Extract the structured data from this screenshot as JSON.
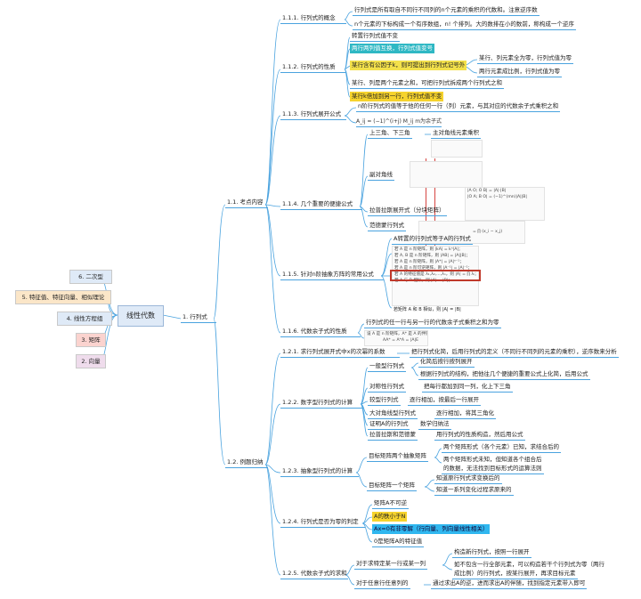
{
  "root": "线性代数",
  "left_branches": [
    {
      "label": "6. 二次型",
      "color": "#dfeaf7"
    },
    {
      "label": "5. 特征值、特征向量、相似理论",
      "color": "#fbe6c8"
    },
    {
      "label": "4. 线性方程组",
      "color": "#dfeaf7"
    },
    {
      "label": "3. 矩阵",
      "color": "#fbd3cf"
    },
    {
      "label": "2. 向量",
      "color": "#efdcec"
    }
  ],
  "chapter": "1. 行列式",
  "sec1": "1.1. 考点内容",
  "sec2": "1.2. 例题归纳",
  "n111": {
    "title": "1.1.1. 行列式的概念",
    "items": [
      "行列式是所有取自不同行不同列的n个元素的乘积的代数和。注意逆序数",
      "n个元素的下标构成一个有序数组，n! 个排列。大的数排在小的数前，称构成一个逆序"
    ]
  },
  "n112": {
    "title": "1.1.2. 行列式的性质",
    "items": [
      "转置行列式值不变",
      "两行两列值互换，行列式值变号",
      "某行含有公因子k，则可提出到行列式记号外",
      "某行、列是两个元素之和，可把行列式拆成两个行列式之和",
      "某行k倍加到另一行，行列式值不变"
    ],
    "sub": [
      "某行、列元素全为零，行列式值为零",
      "两行元素成比例，行列式值为零"
    ]
  },
  "n113": {
    "title": "1.1.3. 行列式展开公式",
    "items": [
      "n阶行列式的值等于他的任何一行（列）元素，与其对应的代数余子式乘积之和"
    ],
    "formula": "A_ij = (−1)^(i+j) M_ij  m为余子式"
  },
  "n114": {
    "title": "1.1.4. 几个重要的便捷公式",
    "items": [
      "上三角、下三角",
      "副对角线",
      "拉普拉斯展开式（分块矩阵）",
      "范德蒙行列式"
    ],
    "main_diag": "主对角线元素乘积",
    "img_lines": [
      "|A O; O B| = |A|·|B|",
      "|O A; B O| = (−1)^(mn)|A||B|",
      "= ∏ (x_i − x_j)"
    ]
  },
  "n115": {
    "title": "1.1.5. 针对n阶抽象方阵的常用公式",
    "items": [
      "A转置的行列式等于A的行列式"
    ],
    "img_lines": [
      "若 A 是 n 阶矩阵，则 |kA| = kⁿ|A|；",
      "若 A, B 是 n 阶矩阵，则 |AB| = |A||B|；",
      "若 A 是 n 阶矩阵，则 |A*| = |A|ⁿ⁻¹；",
      "若 A 是 n 阶可逆矩阵，则 |A⁻¹| = |A|⁻¹；",
      "若 A 的特征值是 λ₁,λ₂,…,λₙ，则 |A| = ∏ λᵢ；",
      "若 A 与 B 相似，则 |A| = |B|；",
      "若矩阵 A 和 B 相似，则 |A| = |B|"
    ]
  },
  "n116": {
    "title": "1.1.6. 代数余子式的性质",
    "items": [
      "行列式的任一行与另一行的代数余子式乘积之和为零"
    ],
    "img_lines": [
      "设 A 是 n 阶矩阵，A* 是 A 的伴随矩阵，则",
      "AA* = A*A = |A|E"
    ]
  },
  "n121": {
    "title": "1.2.1. 求行列式展开式中x的次幂的系数",
    "items": [
      "把行列式化简，后用行列式的定义（不同行不同列的元素的乘积），逆序数来分析"
    ]
  },
  "n122": {
    "title": "1.2.2. 数字型行列式的计算",
    "items": [
      "一般型行列式",
      "对称性行列式",
      "较型行列式",
      "大对角线型行列式",
      "证明A的行列式",
      "拉普拉斯和范德蒙"
    ],
    "general": [
      "化简后按行按列展开",
      "根据行列式的结构，把他往几个便捷的重要公式上化简，后用公式"
    ],
    "details": [
      "把每行都加到同一列，化上下三角",
      "逐行相加，按最后一行展开",
      "逐行相加，将其三角化",
      "数学归纳法",
      "用行列式的性质构造，然后用公式"
    ]
  },
  "n123": {
    "title": "1.2.3. 抽象型行列式的计算",
    "items": [
      "目标矩阵两个抽象矩阵",
      "目标矩阵一个矩阵"
    ],
    "a": [
      "两个矩阵形式（各个元素）已知，求结合后的",
      "两个矩阵形式未知，但知道各个组合后",
      "的数据，无法找到目标形式的运算法则"
    ],
    "b": [
      "知道原行列式求变换后的",
      "知道一系列变化过程求原来的"
    ]
  },
  "n124": {
    "title": "1.2.4. 行列式是否为零的判定",
    "items": [
      "矩阵A不可逆",
      "A的秩小于N",
      "Ax=0有非零解（行向量、列向量线性相关）",
      "0是矩阵A的特征值"
    ]
  },
  "n125": {
    "title": "1.2.5. 代数余子式的求和",
    "items": [
      "对于求特定某一行或某一列",
      "对于任意行任意列的"
    ],
    "a": [
      "构造新行列式，按照一行展开",
      "如不包含一行全部元素，可以构造若干个行列式为零（两行",
      "成比例）的行列式，按某行展开，再求目标元素"
    ],
    "b": [
      "通过求出A的逆，进而求出A的伴随，找到指定元素带入即可"
    ]
  }
}
